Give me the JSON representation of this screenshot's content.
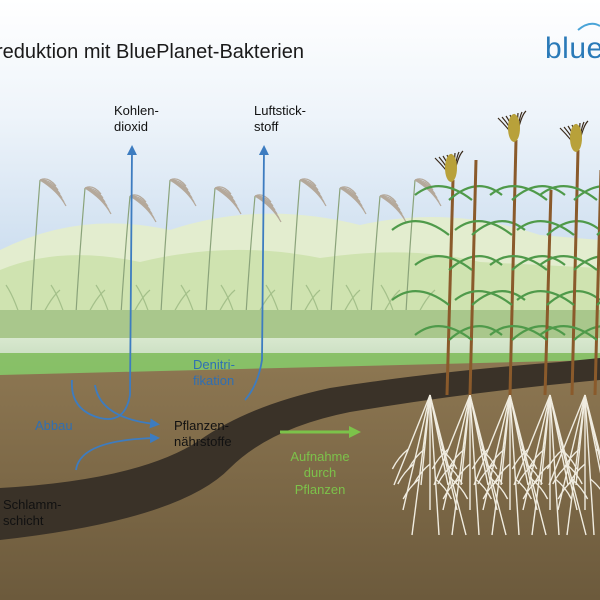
{
  "title": "reduktion mit BluePlanet-Bakterien",
  "brand": "blue",
  "labels": {
    "co2": "Kohlen-\ndioxid",
    "n2": "Luftstick-\nstoff",
    "denitri": "Denitri-\nfikation",
    "abbau": "Abbau",
    "nutrients": "Pflanzen-\nnährstoffe",
    "uptake": "Aufnahme\ndurch\nPflanzen",
    "sludge": "Schlamm-\nschicht"
  },
  "colors": {
    "sky": "#c9dcef",
    "hills": "#cfe3b0",
    "water": "#ccdfc6",
    "soil": "#7f6a48",
    "sludge": "#3a3228",
    "blue_arrow": "#3d7cc0",
    "green_arrow": "#7cc24a"
  }
}
